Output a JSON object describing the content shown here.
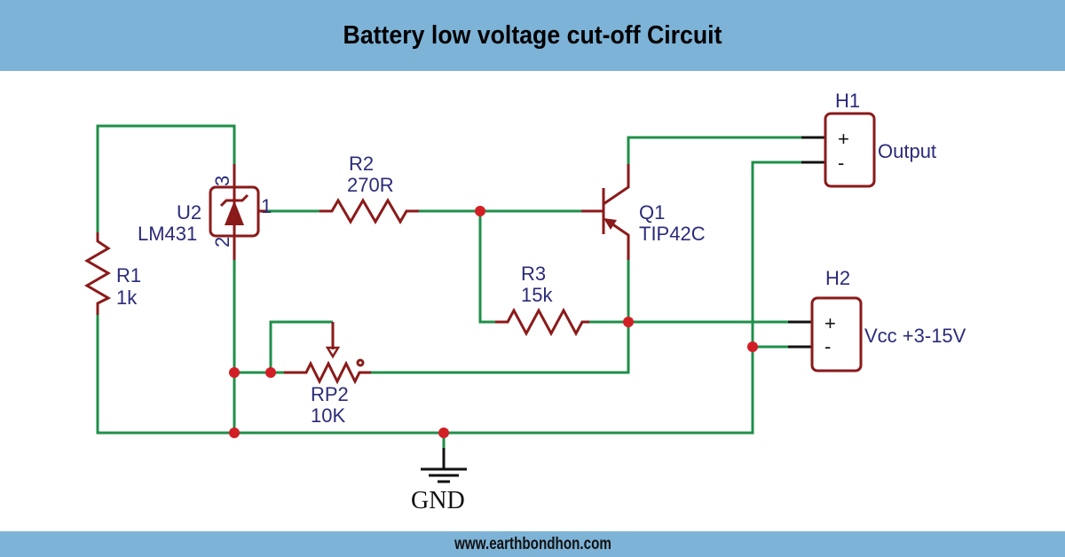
{
  "title": "Battery low voltage cut-off Circuit",
  "footer": "www.earthbondhon.com",
  "colors": {
    "banner": "#7db3d7",
    "wire": "#1f8f4a",
    "component": "#8b1a1a",
    "label": "#2b2b7a",
    "junction": "#d21f25"
  },
  "components": {
    "u2": {
      "ref": "U2",
      "value": "LM431",
      "pin1": "1",
      "pin2": "2",
      "pin3": "3"
    },
    "r1": {
      "ref": "R1",
      "value": "1k"
    },
    "r2": {
      "ref": "R2",
      "value": "270R"
    },
    "r3": {
      "ref": "R3",
      "value": "15k"
    },
    "rp2": {
      "ref": "RP2",
      "value": "10K"
    },
    "q1": {
      "ref": "Q1",
      "value": "TIP42C"
    },
    "h1": {
      "ref": "H1",
      "plus": "+",
      "minus": "-",
      "label": "Output"
    },
    "h2": {
      "ref": "H2",
      "plus": "+",
      "minus": "-",
      "label": "Vcc +3-15V"
    },
    "gnd": {
      "label": "GND"
    }
  }
}
